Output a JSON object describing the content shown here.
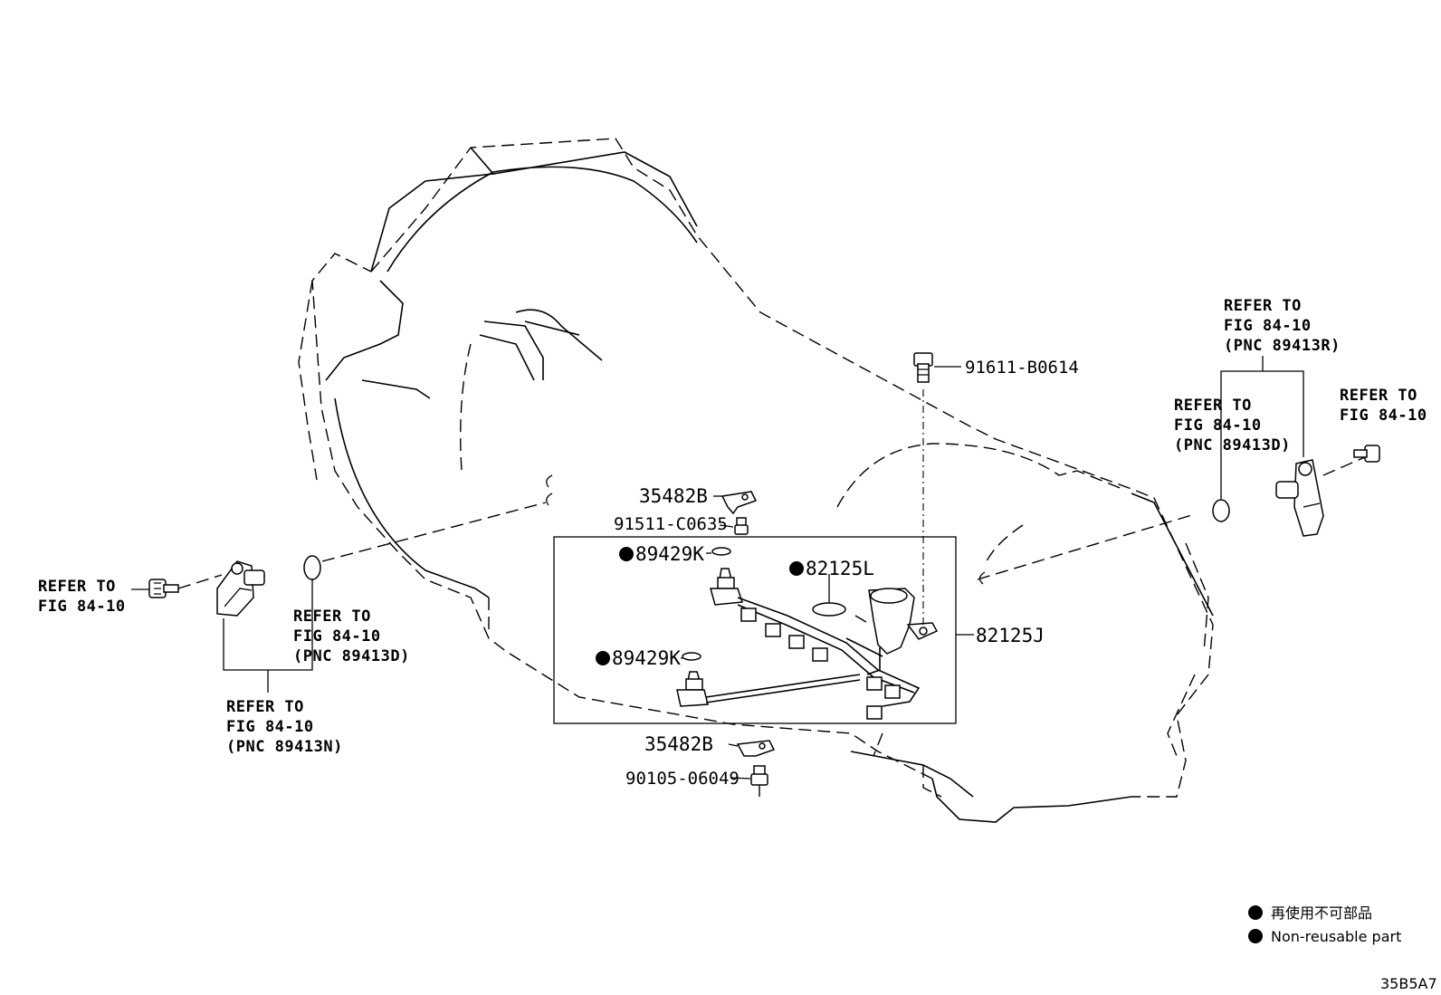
{
  "refs": {
    "left_bolt": [
      "REFER TO",
      "FIG 84-10"
    ],
    "left_oring": [
      "REFER TO",
      "FIG 84-10",
      "(PNC 89413D)"
    ],
    "left_sensor": [
      "REFER TO",
      "FIG 84-10",
      "(PNC 89413N)"
    ],
    "right_top": [
      "REFER TO",
      "FIG 84-10",
      "(PNC 89413R)"
    ],
    "right_oring": [
      "REFER TO",
      "FIG 84-10",
      "(PNC 89413D)"
    ],
    "right_bolt": [
      "REFER TO",
      "FIG 84-10"
    ]
  },
  "parts": {
    "p_35482b_top": "35482B",
    "p_91511": "91511-C0635",
    "p_89429k_top": "89429K",
    "p_82125l": "82125L",
    "p_89429k_bottom": "89429K",
    "p_82125j": "82125J",
    "p_35482b_bottom": "35482B",
    "p_90105": "90105-06049",
    "p_91611": "91611-B0614"
  },
  "legend": {
    "line1": "再使用不可部品",
    "line2": "Non-reusable part"
  },
  "figure_code": "35B5A7"
}
